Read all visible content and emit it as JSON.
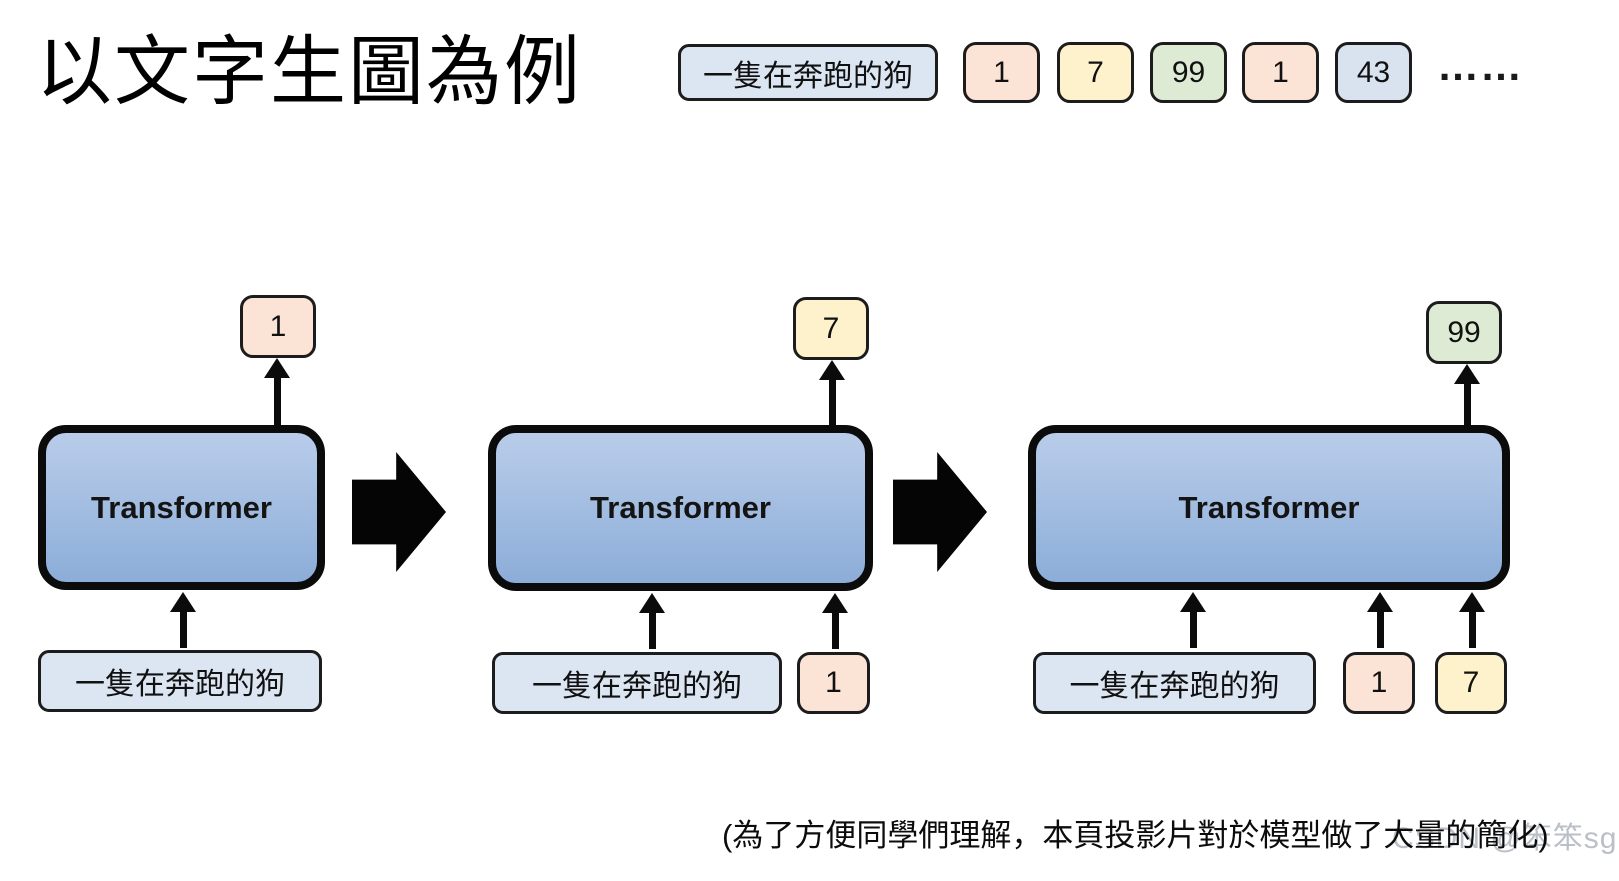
{
  "slide": {
    "title": "以文字生圖為例",
    "caption": "(為了方便同學們理解，本頁投影片對於模型做了大量的簡化)",
    "watermark": "CSDN @笨笨sg"
  },
  "colors": {
    "peach": "#fbe3d6",
    "yellow": "#fef2cc",
    "green": "#ddebd4",
    "blue": "#d9e3f0",
    "prompt_blue": "#dce6f3",
    "block_fill_top": "#b9cdea",
    "block_fill_bottom": "#8cadd8",
    "block_border": "#0b0b0b",
    "arrow_black": "#050505"
  },
  "top_sequence": {
    "prompt": "一隻在奔跑的狗",
    "tokens": [
      {
        "value": "1",
        "color": "peach"
      },
      {
        "value": "7",
        "color": "yellow"
      },
      {
        "value": "99",
        "color": "green"
      },
      {
        "value": "1",
        "color": "peach"
      },
      {
        "value": "43",
        "color": "blue"
      }
    ],
    "ellipsis": "……"
  },
  "stages": [
    {
      "label": "Transformer",
      "output": {
        "value": "1",
        "color": "peach"
      },
      "inputs": {
        "prompt": "一隻在奔跑的狗",
        "tokens": []
      }
    },
    {
      "label": "Transformer",
      "output": {
        "value": "7",
        "color": "yellow"
      },
      "inputs": {
        "prompt": "一隻在奔跑的狗",
        "tokens": [
          {
            "value": "1",
            "color": "peach"
          }
        ]
      }
    },
    {
      "label": "Transformer",
      "output": {
        "value": "99",
        "color": "green"
      },
      "inputs": {
        "prompt": "一隻在奔跑的狗",
        "tokens": [
          {
            "value": "1",
            "color": "peach"
          },
          {
            "value": "7",
            "color": "yellow"
          }
        ]
      }
    }
  ]
}
